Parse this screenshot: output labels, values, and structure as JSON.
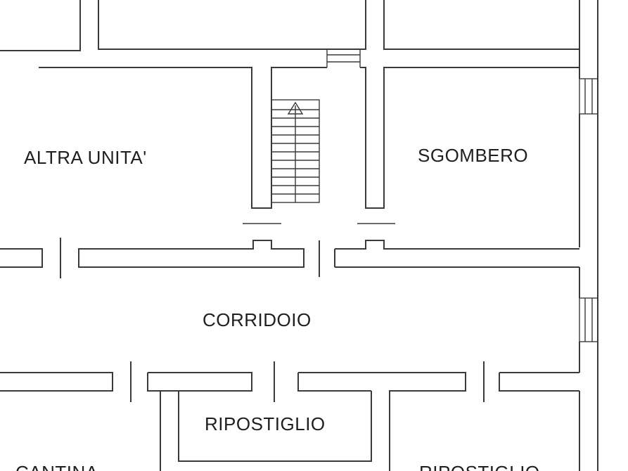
{
  "plan": {
    "rooms": {
      "altra_unita": "ALTRA UNITA'",
      "sgombero": "SGOMBERO",
      "corridoio": "CORRIDOIO",
      "ripostiglio_center": "RIPOSTIGLIO",
      "cantina": "CANTINA",
      "ripostiglio_right": "RIPOSTIGLIO"
    },
    "colors": {
      "line": "#3a3a3a",
      "text": "#1f1f1f",
      "background": "#ffffff"
    }
  }
}
